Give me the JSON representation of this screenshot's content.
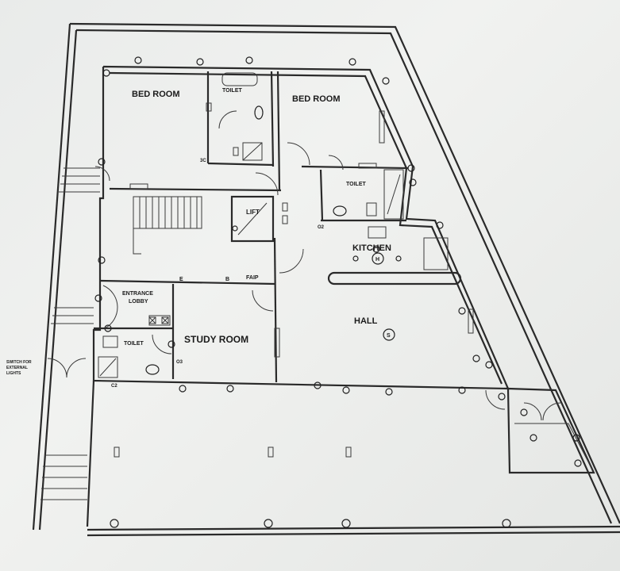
{
  "rooms": {
    "bedroom_left": "BED ROOM",
    "bedroom_right": "BED ROOM",
    "toilet_top": "TOILET",
    "toilet_right": "TOILET",
    "toilet_bottom": "TOILET",
    "lift": "LIFT",
    "kitchen": "KITCHEN",
    "entrance_lobby_line1": "ENTRANCE",
    "entrance_lobby_line2": "LOBBY",
    "study_room": "STUDY ROOM",
    "hall": "HALL"
  },
  "annotations": {
    "switch_line1": "SWITCH FOR",
    "switch_line2": "EXTERNAL",
    "switch_line3": "LIGHTS",
    "faip": "FAIP",
    "box_b": "B",
    "box_e": "E",
    "socket_s": "S",
    "hob_h": "H",
    "code_3c": "3C",
    "code_o3": "O3",
    "code_o2": "O2",
    "code_c2": "C2"
  }
}
